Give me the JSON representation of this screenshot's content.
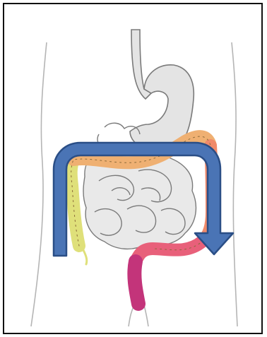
{
  "figure": {
    "subject": "digestive-tract",
    "parts": [
      "stomach",
      "small-intestine",
      "ascending-colon",
      "transverse-colon",
      "descending-colon",
      "sigmoid-colon",
      "rectum"
    ]
  },
  "colors": {
    "frame": "#111111",
    "body_outline": "#b5b5b5",
    "stomach_fill": "#e4e4e4",
    "organ_outline": "#7a7a7a",
    "small_intestine": "#e9e9e9",
    "ascending_colon": "#dfe07a",
    "transverse_colon": "#efb072",
    "descending_colon_top": "#f08a6a",
    "descending_colon_bottom": "#e8607a",
    "sigmoid_colon": "#e34d78",
    "rectum": "#c3347a",
    "arrow_fill": "#4a74b5",
    "arrow_stroke": "#2a4e86"
  },
  "arrow": {
    "direction": "clockwise",
    "shape": "inverted-u-with-arrowhead"
  }
}
